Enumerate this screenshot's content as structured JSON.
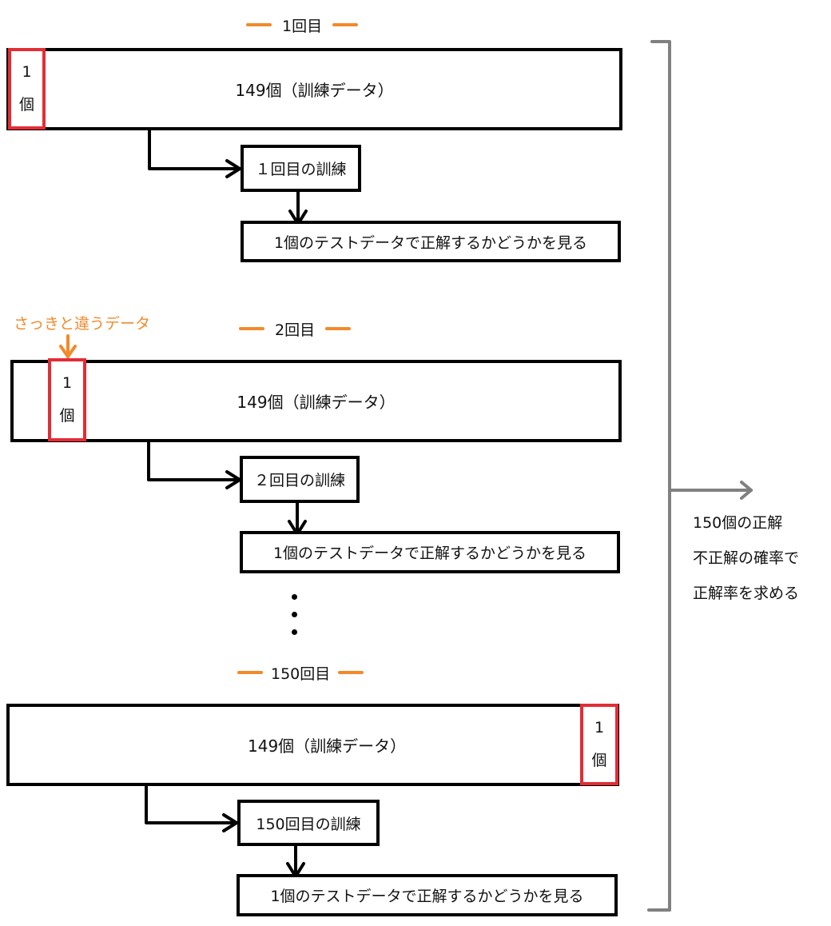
{
  "rounds": [
    {
      "heading": "1回目",
      "train_label": "149個（訓練データ）",
      "test_count": "1",
      "test_unit": "個",
      "step_train": "１回目の訓練",
      "step_test": "1個のテストデータで正解するかどうかを見る"
    },
    {
      "heading": "2回目",
      "train_label": "149個（訓練データ）",
      "test_count": "1",
      "test_unit": "個",
      "step_train": "２回目の訓練",
      "step_test": "1個のテストデータで正解するかどうかを見る"
    },
    {
      "heading": "150回目",
      "train_label": "149個（訓練データ）",
      "test_count": "1",
      "test_unit": "個",
      "step_train": "150回目の訓練",
      "step_test": "1個のテストデータで正解するかどうかを見る"
    }
  ],
  "annotation": "さっきと違うデータ",
  "summary": [
    "150個の正解",
    "不正解の確率で",
    "正解率を求める"
  ],
  "colors": {
    "accent": "#f28a2a",
    "test_box": "#e32d35",
    "bracket": "#808080"
  }
}
